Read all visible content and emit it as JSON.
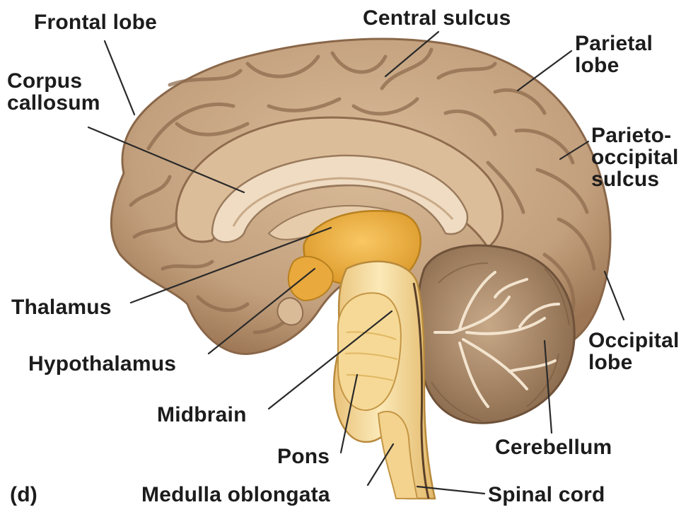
{
  "figure": {
    "panel_letter": "(d)"
  },
  "labels": {
    "frontal_lobe": [
      "Frontal lobe"
    ],
    "corpus_callosum": [
      "Corpus",
      "callosum"
    ],
    "central_sulcus": [
      "Central sulcus"
    ],
    "parietal_lobe": [
      "Parietal",
      "lobe"
    ],
    "parieto_occipital_sulcus": [
      "Parieto-",
      "occipital",
      "sulcus"
    ],
    "thalamus": [
      "Thalamus"
    ],
    "hypothalamus": [
      "Hypothalamus"
    ],
    "occipital_lobe": [
      "Occipital",
      "lobe"
    ],
    "midbrain": [
      "Midbrain"
    ],
    "pons": [
      "Pons"
    ],
    "cerebellum": [
      "Cerebellum"
    ],
    "medulla_oblongata": [
      "Medulla oblongata"
    ],
    "spinal_cord": [
      "Spinal cord"
    ]
  },
  "colors": {
    "cortex": "#c8a887",
    "cortex_dark": "#a17c5c",
    "gyrus_light": "#e3c9aa",
    "corpus_callosum": "#efdcc3",
    "thalamus": "#f1b54a",
    "brainstem": "#f7e0a7",
    "brainstem_dark": "#e7c07a",
    "cerebellum": "#b09070",
    "label_text": "#1c1c1c"
  }
}
